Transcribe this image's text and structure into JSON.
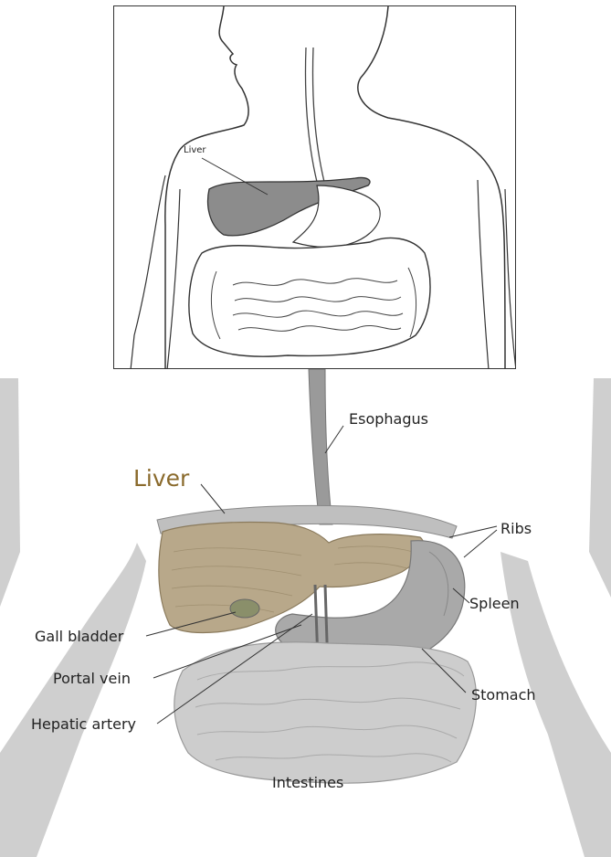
{
  "top_diagram": {
    "label_liver": "Liver"
  },
  "bottom_diagram": {
    "title_liver": "Liver",
    "labels": {
      "esophagus": "Esophagus",
      "ribs": "Ribs",
      "spleen": "Spleen",
      "gall_bladder": "Gall bladder",
      "stomach": "Stomach",
      "portal_vein": "Portal vein",
      "hepatic_artery": "Hepatic artery",
      "intestines": "Intestines"
    }
  },
  "colors": {
    "liver_fill_top": "#8c8c8c",
    "liver_fill_bottom": "#b8a88a",
    "body_silhouette": "#cfcfcf",
    "outline": "#333333"
  }
}
